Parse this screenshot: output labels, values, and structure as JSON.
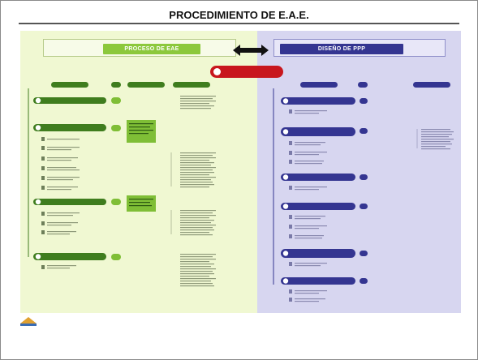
{
  "title": "PROCEDIMIENTO DE E.A.E.",
  "headers": {
    "left": "PROCESO DE EAE",
    "right": "DISEÑO DE PPP"
  },
  "colors": {
    "left_panel": "#f0f8d2",
    "right_panel": "#d7d6f0",
    "green_dark": "#3f7d1e",
    "green_mid": "#7fbe36",
    "blue_dark": "#343591",
    "red": "#c8161d"
  },
  "icons": [
    "double-arrow-icon",
    "numbered-step-icon",
    "document-icon"
  ]
}
